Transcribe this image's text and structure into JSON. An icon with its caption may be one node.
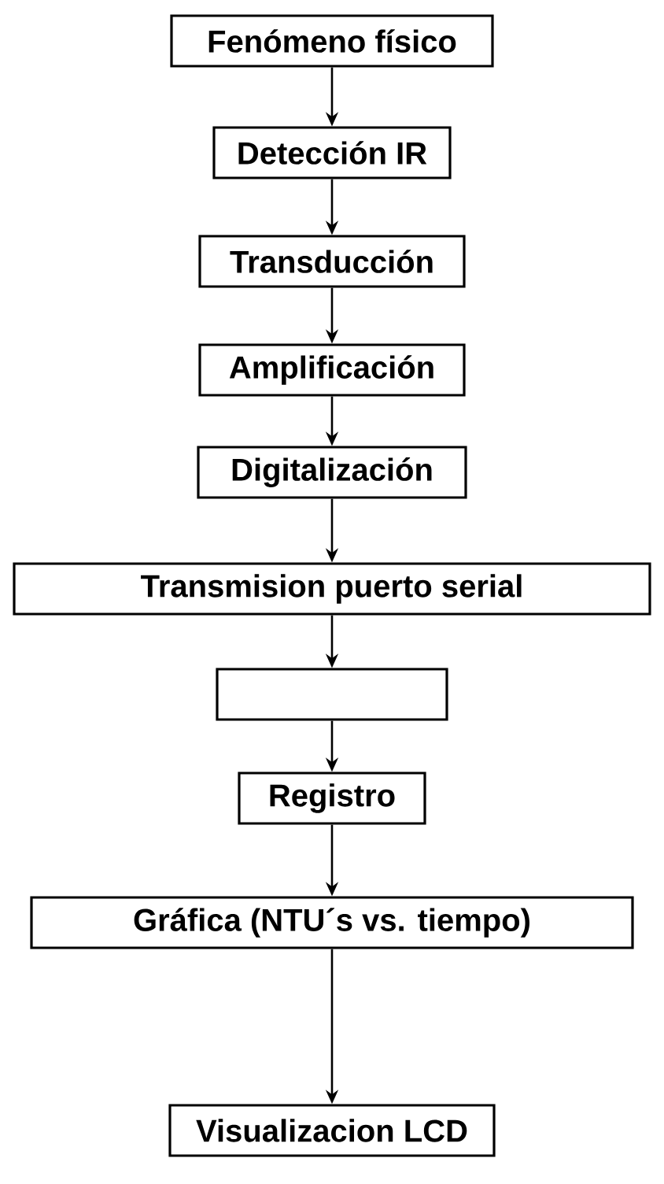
{
  "diagram": {
    "nodes": [
      {
        "text": [
          "Fenómeno físico"
        ]
      },
      {
        "text": [
          "Detección IR"
        ]
      },
      {
        "text": [
          "Transducción"
        ]
      },
      {
        "text": [
          "Amplificación"
        ]
      },
      {
        "text": [
          "Digitalización"
        ]
      },
      {
        "text": [
          "Transmision puerto serial"
        ]
      },
      {
        "text": [],
        "shape": "box"
      },
      {
        "text": [
          "Registro"
        ]
      },
      {
        "text": [
          "Gráfica (NTU´s vs. tiempo)"
        ]
      },
      {
        "text": [
          "Visualizacion LCD"
        ]
      }
    ],
    "edges": [
      {
        "from": 0,
        "to": 1,
        "arrow": "to"
      },
      {
        "from": 1,
        "to": 2,
        "arrow": "to"
      },
      {
        "from": 2,
        "to": 3,
        "arrow": "to"
      },
      {
        "from": 3,
        "to": 4,
        "arrow": "to"
      },
      {
        "from": 4,
        "to": 5,
        "arrow": "to"
      },
      {
        "from": 5,
        "to": 6,
        "arrow": "to"
      },
      {
        "from": 6,
        "to": 7,
        "arrow": "to"
      },
      {
        "from": 7,
        "to": 8,
        "arrow": "to"
      },
      {
        "from": 8,
        "to": 9,
        "arrow": "to"
      }
    ]
  }
}
